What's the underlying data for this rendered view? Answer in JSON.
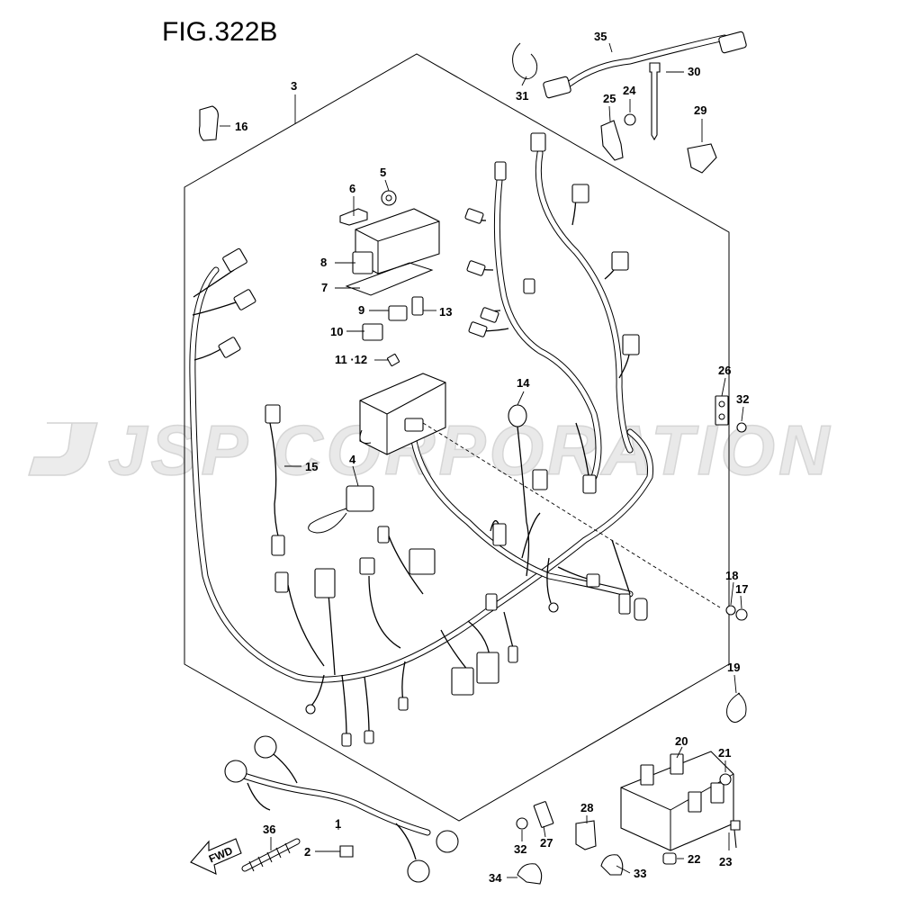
{
  "figure": {
    "title": "FIG.322B"
  },
  "watermark": {
    "text": "JSP CORPORATION"
  },
  "direction": {
    "label": "FWD"
  },
  "callouts": {
    "c1": "1",
    "c2": "2",
    "c3": "3",
    "c4": "4",
    "c5": "5",
    "c6": "6",
    "c7": "7",
    "c8": "8",
    "c9": "9",
    "c10": "10",
    "c11_12": "11 ·12",
    "c13": "13",
    "c14": "14",
    "c15": "15",
    "c16": "16",
    "c17": "17",
    "c18": "18",
    "c19": "19",
    "c20": "20",
    "c21": "21",
    "c22": "22",
    "c23": "23",
    "c24": "24",
    "c25": "25",
    "c26": "26",
    "c27": "27",
    "c28": "28",
    "c29": "29",
    "c30": "30",
    "c31": "31",
    "c32a": "32",
    "c32b": "32",
    "c33": "33",
    "c34": "34",
    "c35": "35",
    "c36": "36"
  }
}
